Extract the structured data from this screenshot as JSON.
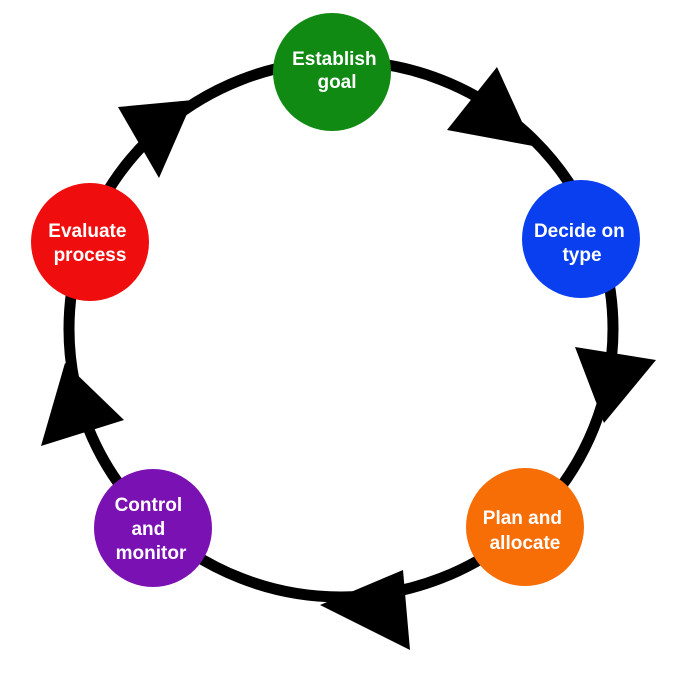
{
  "diagram": {
    "nodes": [
      {
        "label_lines": [
          "Establish",
          "goal"
        ],
        "color": "#118a14"
      },
      {
        "label_lines": [
          "Decide on",
          "type"
        ],
        "color": "#0a3ff0"
      },
      {
        "label_lines": [
          "Plan and",
          "allocate"
        ],
        "color": "#f76d06"
      },
      {
        "label_lines": [
          "Control",
          "and",
          "monitor"
        ],
        "color": "#7a12b3"
      },
      {
        "label_lines": [
          "Evaluate",
          "process"
        ],
        "color": "#ef0d0d"
      }
    ],
    "ring_color": "#000000",
    "arrow_color": "#000000",
    "flow": "clockwise"
  }
}
